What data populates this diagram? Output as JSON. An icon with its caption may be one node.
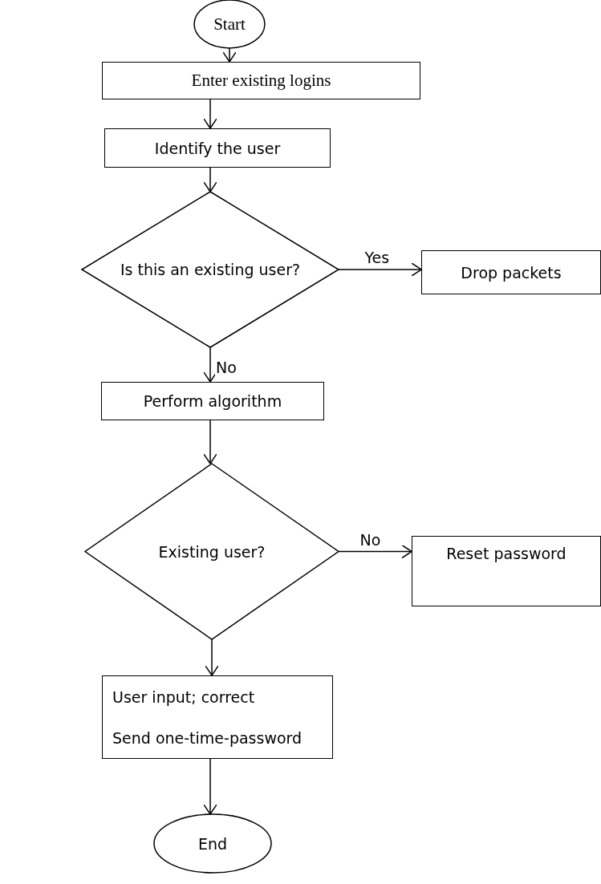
{
  "diagram": {
    "nodes": [
      {
        "text": [
          "Start"
        ]
      },
      {
        "text": [
          "Enter existing logins"
        ]
      },
      {
        "text": [
          "Identify the user"
        ]
      },
      {
        "text": [
          "Is this an existing user?"
        ]
      },
      {
        "text": [
          "Drop packets"
        ]
      },
      {
        "text": [
          "Perform algorithm"
        ]
      },
      {
        "text": [
          "Existing user?"
        ]
      },
      {
        "text": [
          "Reset password"
        ]
      },
      {
        "text": [
          "User input; correct",
          "Send one-time-password"
        ]
      },
      {
        "text": [
          "End"
        ]
      }
    ],
    "edges": [
      {
        "from": 0,
        "to": 1,
        "arrow": "to"
      },
      {
        "from": 1,
        "to": 2,
        "arrow": "to"
      },
      {
        "from": 2,
        "to": 3,
        "arrow": "to"
      },
      {
        "from": 3,
        "to": 4,
        "arrow": "to",
        "label": "Yes"
      },
      {
        "from": 3,
        "to": 5,
        "arrow": "to",
        "label": "No"
      },
      {
        "from": 5,
        "to": 6,
        "arrow": "to"
      },
      {
        "from": 6,
        "to": 7,
        "arrow": "to",
        "label": "No"
      },
      {
        "from": 6,
        "to": 8,
        "arrow": "to"
      },
      {
        "from": 8,
        "to": 9,
        "arrow": "to"
      }
    ]
  }
}
